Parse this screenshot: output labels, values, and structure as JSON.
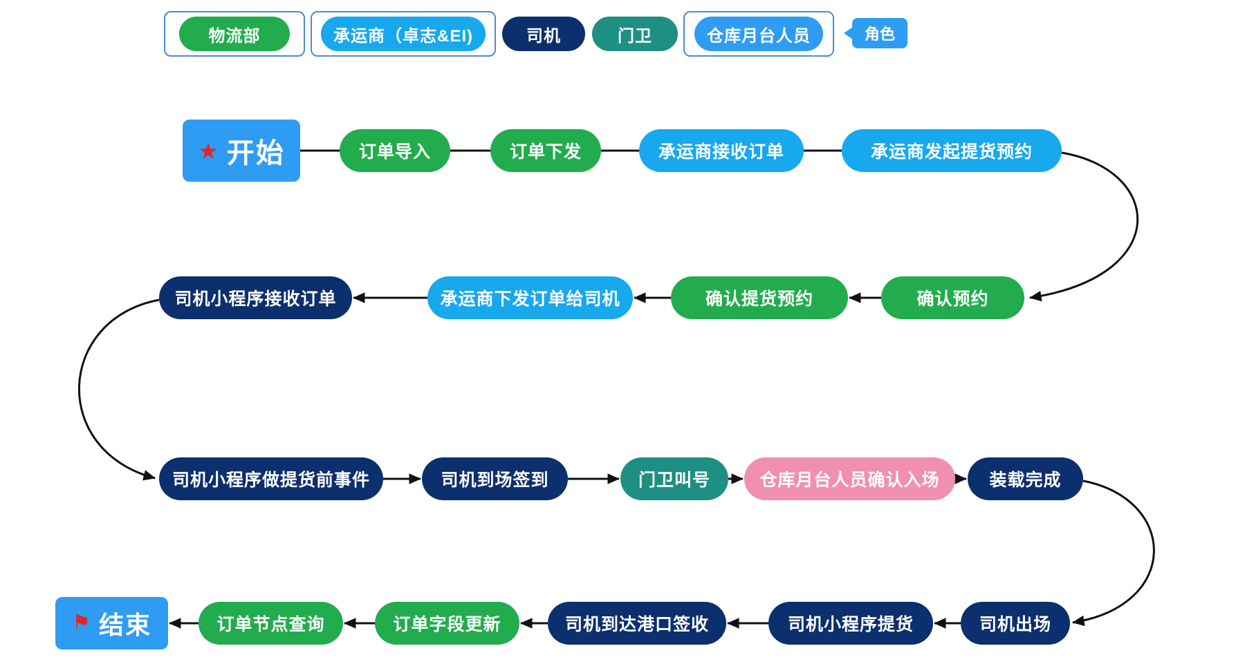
{
  "colors": {
    "green": "#22ac4e",
    "cyan": "#17a8ee",
    "navy": "#0c2f6d",
    "teal": "#1d9083",
    "pink": "#f18fb0",
    "blue": "#2f9cf3",
    "box_border": "#4a89dc",
    "arrow": "#111111",
    "icon_red": "#e0252a"
  },
  "icons": {
    "star": "★",
    "flag": "⚑"
  },
  "legend": {
    "tag_label": "角色",
    "roles": [
      {
        "label": "物流部",
        "color": "green"
      },
      {
        "label": "承运商（卓志&EI)",
        "color": "cyan"
      },
      {
        "label": "司机",
        "color": "navy"
      },
      {
        "label": "门卫",
        "color": "teal"
      },
      {
        "label": "仓库月台人员",
        "color": "blue"
      }
    ]
  },
  "flow": {
    "start": {
      "label": "开始"
    },
    "end": {
      "label": "结束"
    },
    "nodes": [
      {
        "label": "订单导入",
        "color": "green"
      },
      {
        "label": "订单下发",
        "color": "green"
      },
      {
        "label": "承运商接收订单",
        "color": "cyan"
      },
      {
        "label": "承运商发起提货预约",
        "color": "cyan"
      },
      {
        "label": "确认预约",
        "color": "green"
      },
      {
        "label": "确认提货预约",
        "color": "green"
      },
      {
        "label": "承运商下发订单给司机",
        "color": "cyan"
      },
      {
        "label": "司机小程序接收订单",
        "color": "navy"
      },
      {
        "label": "司机小程序做提货前事件",
        "color": "navy"
      },
      {
        "label": "司机到场签到",
        "color": "navy"
      },
      {
        "label": "门卫叫号",
        "color": "teal"
      },
      {
        "label": "仓库月台人员确认入场",
        "color": "pink"
      },
      {
        "label": "装载完成",
        "color": "navy"
      },
      {
        "label": "司机出场",
        "color": "navy"
      },
      {
        "label": "司机小程序提货",
        "color": "navy"
      },
      {
        "label": "司机到达港口签收",
        "color": "navy"
      },
      {
        "label": "订单字段更新",
        "color": "green"
      },
      {
        "label": "订单节点查询",
        "color": "green"
      }
    ]
  }
}
